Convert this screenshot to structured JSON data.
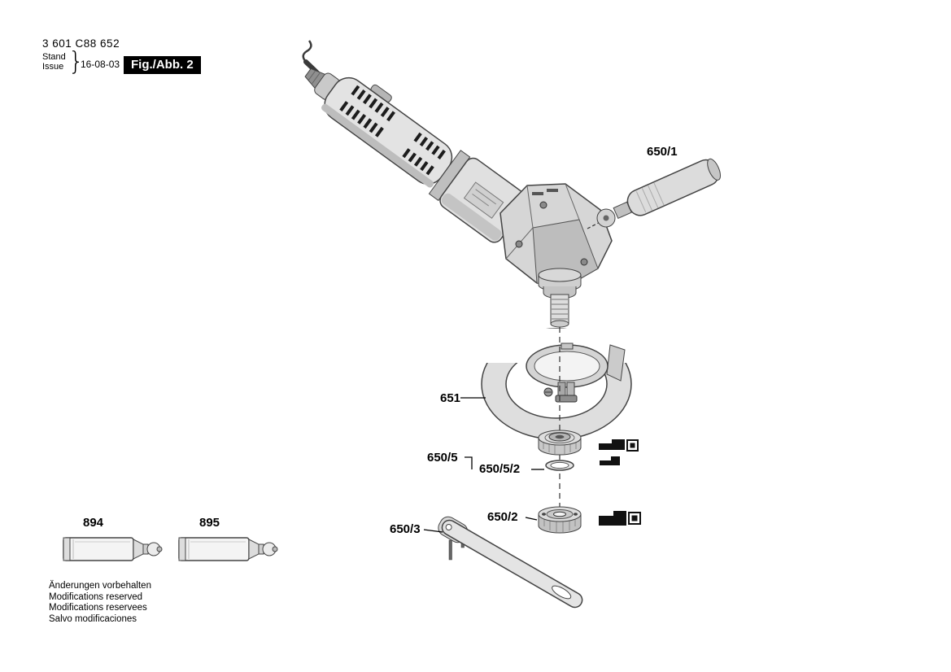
{
  "header": {
    "part_number": "3 601 C88 652",
    "stand_label": "Stand",
    "issue_label": "Issue",
    "brace": "}",
    "date": "16-08-03",
    "fig_label": "Fig./Abb. 2"
  },
  "part_labels": {
    "side_handle": "650/1",
    "wheel_guard": "651",
    "flange_assembly": "650/5",
    "backing_ring": "650/5/2",
    "clamping_nut": "650/2",
    "pin_spanner": "650/3",
    "tube_left": "894",
    "tube_right": "895"
  },
  "footer": {
    "line1": "Änderungen vorbehalten",
    "line2": "Modifications reserved",
    "line3": "Modifications reservees",
    "line4": "Salvo modificaciones"
  }
}
